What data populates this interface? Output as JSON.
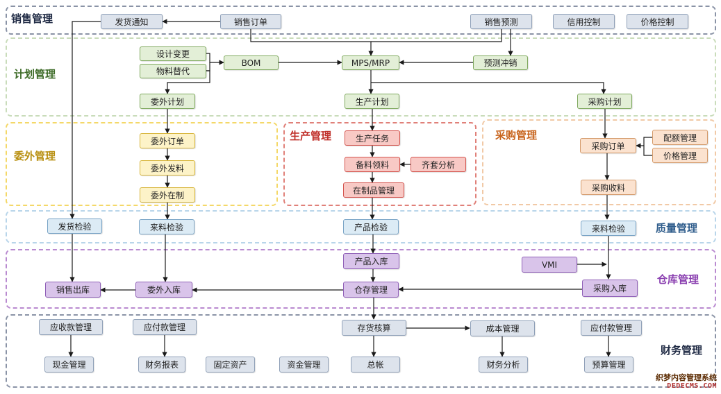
{
  "regions": {
    "sales": "销售管理",
    "plan": "计划管理",
    "outsource": "委外管理",
    "production": "生产管理",
    "purchase": "采购管理",
    "quality": "质量管理",
    "warehouse": "仓库管理",
    "finance": "财务管理"
  },
  "nodes": {
    "fahuo_tongzhi": "发货通知",
    "xiaoshou_dingdan": "销售订单",
    "xiaoshou_yuce": "销售预测",
    "xinyong_kongzhi": "信用控制",
    "jiage_kongzhi": "价格控制",
    "sheji_biangeng": "设计变更",
    "wuliao_tidai": "物料替代",
    "bom": "BOM",
    "mps_mrp": "MPS/MRP",
    "yuce_chongxiao": "预测冲销",
    "weiwai_jihua": "委外计划",
    "shengchan_jihua": "生产计划",
    "caigou_jihua": "采购计划",
    "weiwai_dingdan": "委外订单",
    "weiwai_faliao": "委外发料",
    "weiwai_zaizhi": "委外在制",
    "shengchan_renwu": "生产任务",
    "beiliao_lingliao": "备料领料",
    "qitao_fenxi": "齐套分析",
    "zaizhipin_guanli": "在制品管理",
    "caigou_dingdan": "采购订单",
    "peie_guanli": "配额管理",
    "jiage_guanli": "价格管理",
    "caigou_shouliao": "采购收料",
    "fahuo_jianyan": "发货检验",
    "lailiao_jianyan_l": "来料检验",
    "chanpin_jianyan": "产品检验",
    "lailiao_jianyan_r": "来料检验",
    "chanpin_ruku": "产品入库",
    "vmi": "VMI",
    "xiaoshou_chuku": "销售出库",
    "weiwai_ruku": "委外入库",
    "cangcun_guanli": "仓存管理",
    "caigou_ruku": "采购入库",
    "yingshou_guanli": "应收款管理",
    "yingfu_guanli_l": "应付款管理",
    "cunhuo_hesuan": "存货核算",
    "chengben_guanli": "成本管理",
    "yingfu_guanli_r": "应付款管理",
    "xianjin_guanli": "现金管理",
    "caiwu_baobiao": "财务报表",
    "guding_zichan": "固定资产",
    "zijin_guanli": "资金管理",
    "zongzhang": "总帐",
    "caiwu_fenxi": "财务分析",
    "yusuan_guanli": "预算管理"
  },
  "watermark": {
    "line1": "织梦内容管理系统",
    "line2": "DEDECMS.COM"
  },
  "colors": {
    "sales_border": "#8a93a6",
    "plan_border": "#c5dbb5",
    "outsource_border": "#f5d86a",
    "production_border": "#e07c76",
    "purchase_border": "#f1c7a3",
    "quality_border": "#b7d4ea",
    "warehouse_border": "#b98ad0",
    "finance_border": "#8a93a6",
    "arrow": "#1a1a1a"
  }
}
